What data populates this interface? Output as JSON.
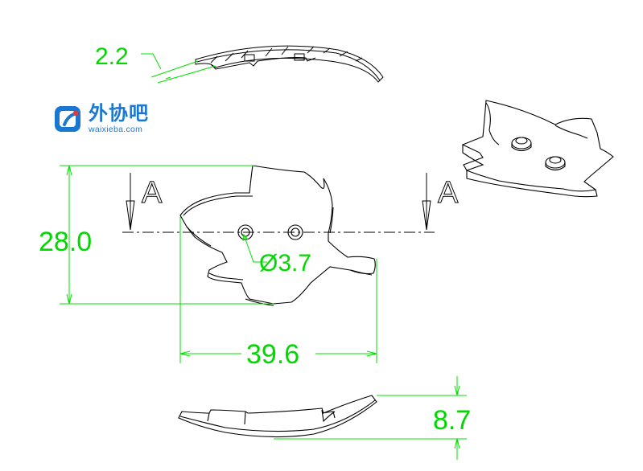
{
  "logo": {
    "name_cn": "外协吧",
    "domain": "waixieba.com",
    "color": "#1a78d2",
    "dot_color": "#e53935"
  },
  "dimensions": {
    "thickness": "2.2",
    "height": "28.0",
    "hole_diameter": "Ø3.7",
    "width": "39.6",
    "side_height": "8.7",
    "section_left": "A",
    "section_right": "A"
  },
  "colors": {
    "outline": "#000000",
    "dimension": "#00e000"
  }
}
